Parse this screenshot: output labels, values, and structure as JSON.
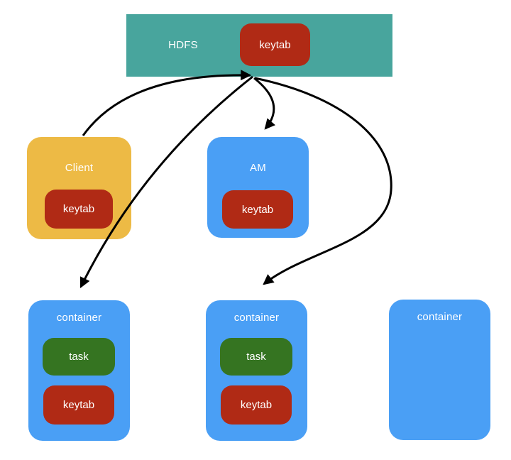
{
  "nodes": {
    "hdfs": {
      "label": "HDFS",
      "keytab": "keytab"
    },
    "client": {
      "label": "Client",
      "keytab": "keytab"
    },
    "am": {
      "label": "AM",
      "keytab": "keytab"
    },
    "containers": [
      {
        "label": "container",
        "task": "task",
        "keytab": "keytab"
      },
      {
        "label": "container",
        "task": "task",
        "keytab": "keytab"
      },
      {
        "label": "container"
      }
    ]
  },
  "edges": [
    {
      "from": "client",
      "to": "hdfs-keytab"
    },
    {
      "from": "hdfs-keytab",
      "to": "am"
    },
    {
      "from": "hdfs-keytab",
      "to": "container-1"
    },
    {
      "from": "hdfs-keytab",
      "to": "container-2"
    }
  ],
  "colors": {
    "hdfs": "#48a59d",
    "client": "#edba45",
    "blue": "#4a9ff5",
    "keytab": "#b02a15",
    "task": "#357421",
    "arrow": "#000000",
    "text": "#ffffff",
    "background": "#ffffff"
  }
}
